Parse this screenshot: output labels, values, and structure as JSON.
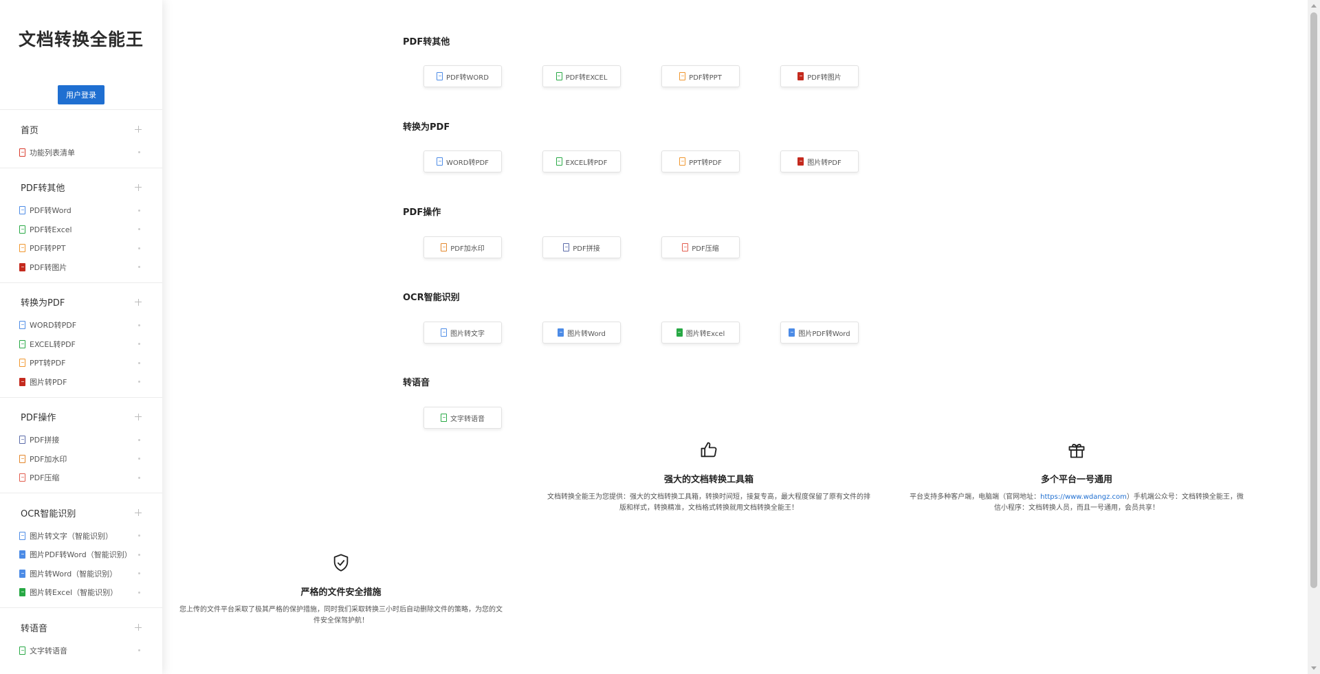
{
  "app": {
    "title": "文档转换全能王",
    "login_label": "用户登录"
  },
  "sidebar": {
    "groups": [
      {
        "title": "首页",
        "items": [
          {
            "label": "功能列表清单",
            "icon": "pdf-icon"
          }
        ]
      },
      {
        "title": "PDF转其他",
        "items": [
          {
            "label": "PDF转Word",
            "icon": "word-file-icon"
          },
          {
            "label": "PDF转Excel",
            "icon": "excel-file-icon"
          },
          {
            "label": "PDF转PPT",
            "icon": "ppt-file-icon"
          },
          {
            "label": "PDF转图片",
            "icon": "image-file-icon"
          }
        ]
      },
      {
        "title": "转换为PDF",
        "items": [
          {
            "label": "WORD转PDF",
            "icon": "word-file-icon"
          },
          {
            "label": "EXCEL转PDF",
            "icon": "excel-file-icon"
          },
          {
            "label": "PPT转PDF",
            "icon": "ppt-file-icon"
          },
          {
            "label": "图片转PDF",
            "icon": "image-file-icon"
          }
        ]
      },
      {
        "title": "PDF操作",
        "items": [
          {
            "label": "PDF拼接",
            "icon": "join-icon"
          },
          {
            "label": "PDF加水印",
            "icon": "stamp-icon"
          },
          {
            "label": "PDF压缩",
            "icon": "compress-icon"
          }
        ]
      },
      {
        "title": "OCR智能识别",
        "items": [
          {
            "label": "图片转文字（智能识别）",
            "icon": "ocr-text-icon"
          },
          {
            "label": "图片PDF转Word（智能识别）",
            "icon": "word-file-icon"
          },
          {
            "label": "图片转Word（智能识别）",
            "icon": "word-file-icon"
          },
          {
            "label": "图片转Excel（智能识别）",
            "icon": "excel-file-icon"
          }
        ]
      },
      {
        "title": "转语音",
        "items": [
          {
            "label": "文字转语音",
            "icon": "voice-icon"
          }
        ]
      }
    ]
  },
  "main": {
    "sections": [
      {
        "title": "PDF转其他",
        "tools": [
          "PDF转WORD",
          "PDF转EXCEL",
          "PDF转PPT",
          "PDF转图片"
        ]
      },
      {
        "title": "转换为PDF",
        "tools": [
          "WORD转PDF",
          "EXCEL转PDF",
          "PPT转PDF",
          "图片转PDF"
        ]
      },
      {
        "title": "PDF操作",
        "tools": [
          "PDF加水印",
          "PDF拼接",
          "PDF压缩"
        ]
      },
      {
        "title": "OCR智能识别",
        "tools": [
          "图片转文字",
          "图片转Word",
          "图片转Excel",
          "图片PDF转Word"
        ]
      },
      {
        "title": "转语音",
        "tools": [
          "文字转语音"
        ]
      }
    ],
    "features": [
      {
        "title": "强大的文档转换工具箱",
        "desc_line1": "文档转换全能王为您提供：强大的文档转换工具箱，转换时间短，接复专高，最大程度保留了原有文件的排",
        "desc_line2": "版和样式，转换精准，文档格式转换就用文档转换全能王！"
      },
      {
        "title": "多个平台一号通用",
        "desc_pre": "平台支持多种客户端，电脑端（官网地址：",
        "desc_link": "https://www.wdangz.com",
        "desc_post": "）手机端公众号：文档转换全能王，微",
        "desc_line2": "信小程序：文档转换人员，而且一号通用，会员共享！"
      },
      {
        "title": "严格的文件安全措施",
        "desc_line1": "您上传的文件平台采取了极其严格的保护措施，同时我们采取转换三小时后自动删除文件的策略，为您的文",
        "desc_line2": "件安全保驾护航！"
      }
    ]
  },
  "colors": {
    "accent": "#1f6fd1",
    "pdf": "#d9392b",
    "word": "#4c8be6",
    "excel": "#27a844",
    "ppt": "#f0962d"
  }
}
